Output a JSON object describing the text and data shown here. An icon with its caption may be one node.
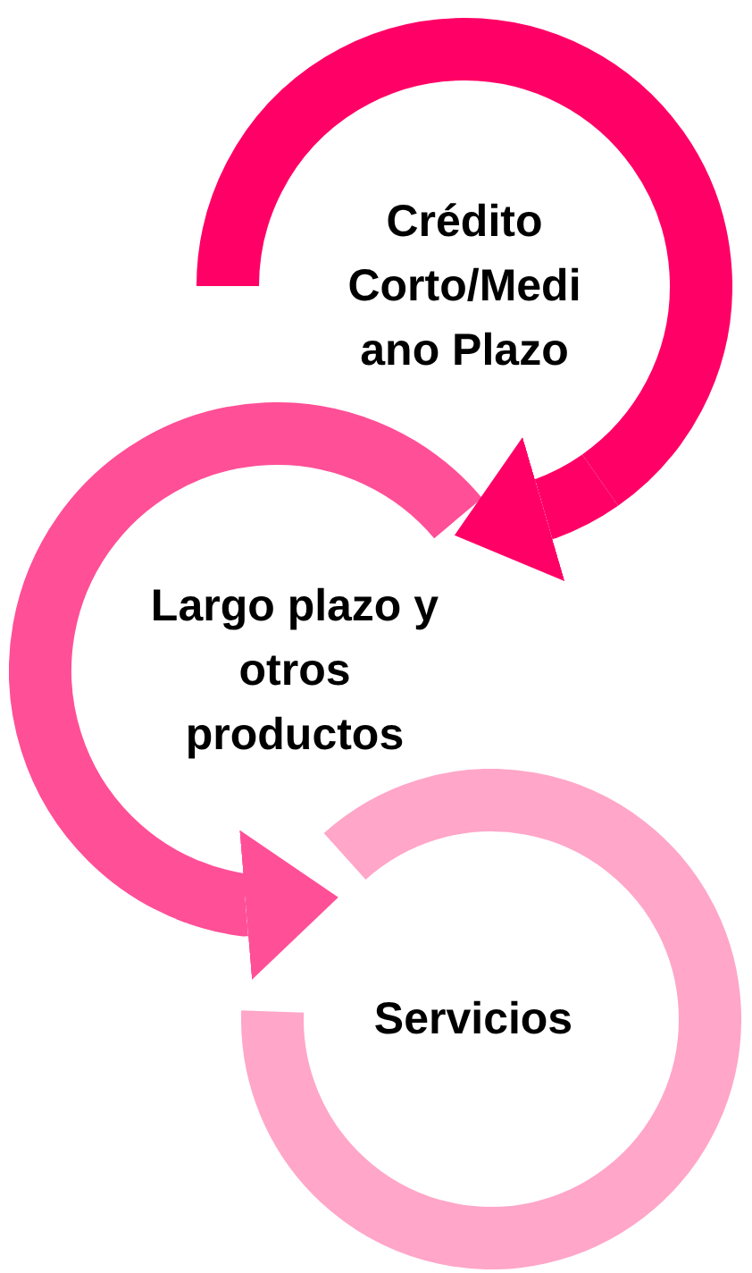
{
  "diagram": {
    "nodes": [
      {
        "text": [
          "Crédito Corto/Mediano Plazo"
        ]
      },
      {
        "text": [
          "Largo plazo y otros productos"
        ]
      },
      {
        "text": [
          "Servicios"
        ]
      }
    ],
    "edges": [
      {
        "from": 0,
        "to": 1,
        "arrow": "to",
        "color": "#ff0066"
      },
      {
        "from": 1,
        "to": 2,
        "arrow": "to",
        "color": "#ff4f97"
      }
    ]
  }
}
